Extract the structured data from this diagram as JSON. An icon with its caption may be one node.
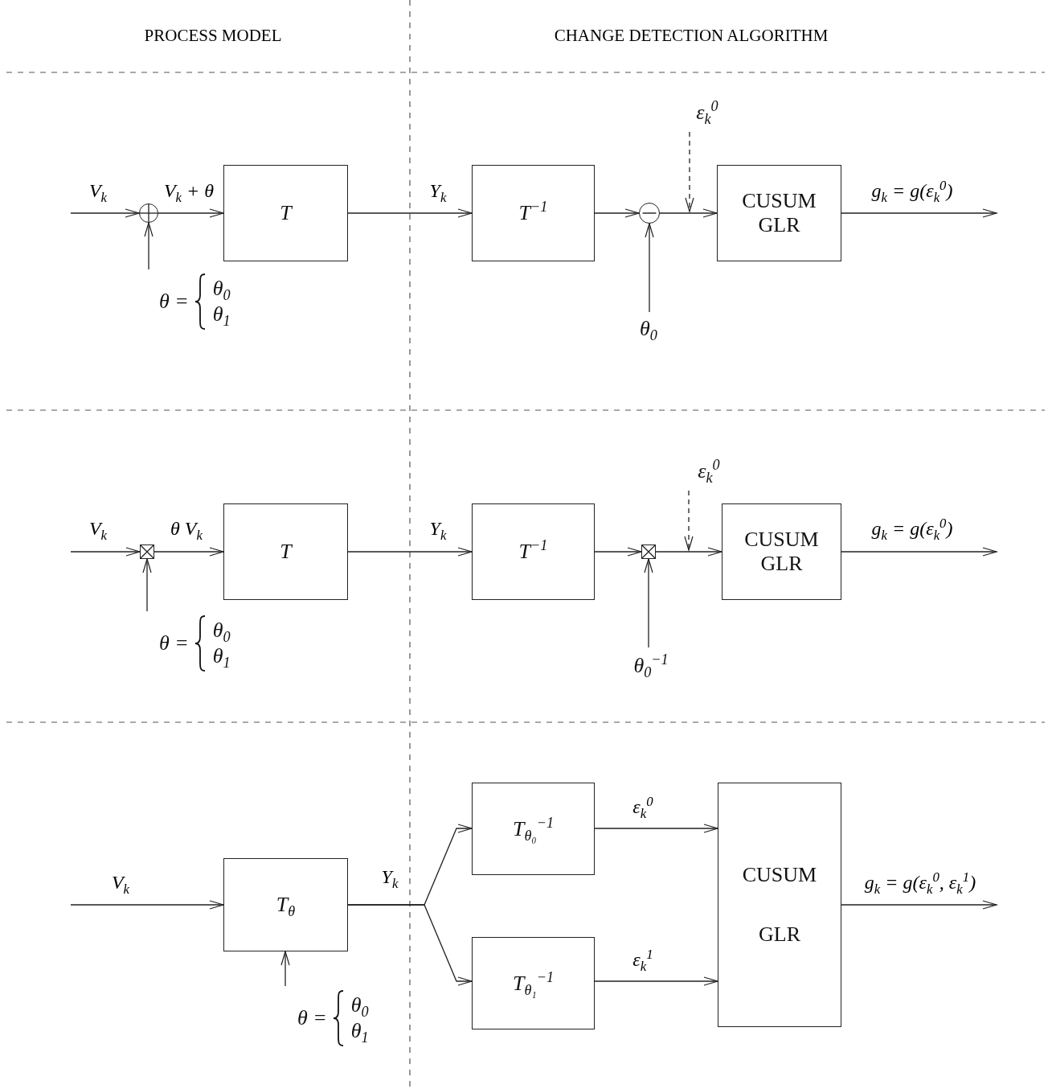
{
  "diagram": {
    "nodes": [
      {
        "text": [],
        "shape": "circle"
      },
      {
        "text": [
          "T"
        ]
      },
      {
        "text": [
          "θ =",
          "θ$_{0}$",
          "θ$_{1}$"
        ]
      },
      {
        "text": [
          "T$^{−1}$"
        ]
      },
      {
        "text": [],
        "shape": "circle"
      },
      {
        "text": [
          "θ$_{0}$"
        ]
      },
      {
        "text": [
          "ε$_{k}$$^{0}$"
        ]
      },
      {
        "text": [
          "CUSUM",
          "GLR"
        ]
      },
      {
        "text": [],
        "shape": "box"
      },
      {
        "text": [
          "T"
        ]
      },
      {
        "text": [
          "θ =",
          "θ$_{0}$",
          "θ$_{1}$"
        ]
      },
      {
        "text": [
          "T$^{−1}$"
        ]
      },
      {
        "text": [],
        "shape": "box"
      },
      {
        "text": [
          "θ$_{0}$$^{−1}$"
        ]
      },
      {
        "text": [
          "ε$_{k}$$^{0}$"
        ]
      },
      {
        "text": [
          "CUSUM",
          "GLR"
        ]
      },
      {
        "text": [
          "T$_{θ}$"
        ]
      },
      {
        "text": [
          "θ =",
          "θ$_{0}$",
          "θ$_{1}$"
        ]
      },
      {
        "text": [
          "T$_{θ₀}$$^{−1}$"
        ]
      },
      {
        "text": [
          "T$_{θ₁}$$^{−1}$"
        ]
      },
      {
        "text": [
          "CUSUM",
          "GLR"
        ]
      }
    ],
    "edges": [
      {
        "from": null,
        "to": 0,
        "arrow": "to",
        "label": "V$_{k}$"
      },
      {
        "from": 0,
        "to": 1,
        "arrow": "to",
        "label": "V$_{k}$ + θ"
      },
      {
        "from": 2,
        "to": 0,
        "arrow": "to"
      },
      {
        "from": 1,
        "to": 3,
        "arrow": "to",
        "label": "Y$_{k}$"
      },
      {
        "from": 3,
        "to": 4,
        "arrow": "to"
      },
      {
        "from": 5,
        "to": 4,
        "arrow": "to"
      },
      {
        "from": 6,
        "to": null,
        "arrow": "to",
        "style": "dashed"
      },
      {
        "from": 4,
        "to": 7,
        "arrow": "to"
      },
      {
        "from": 7,
        "to": null,
        "arrow": "to",
        "label": "g$_{k}$ = g(ε$_{k}$$^{0}$)"
      },
      {
        "from": null,
        "to": 8,
        "arrow": "to",
        "label": "V$_{k}$"
      },
      {
        "from": 8,
        "to": 9,
        "arrow": "to",
        "label": "θ V$_{k}$"
      },
      {
        "from": 10,
        "to": 8,
        "arrow": "to"
      },
      {
        "from": 9,
        "to": 11,
        "arrow": "to",
        "label": "Y$_{k}$"
      },
      {
        "from": 11,
        "to": 12,
        "arrow": "to"
      },
      {
        "from": 13,
        "to": 12,
        "arrow": "to"
      },
      {
        "from": 14,
        "to": null,
        "arrow": "to",
        "style": "dashed"
      },
      {
        "from": 12,
        "to": 15,
        "arrow": "to"
      },
      {
        "from": 15,
        "to": null,
        "arrow": "to",
        "label": "g$_{k}$ = g(ε$_{k}$$^{0}$)"
      },
      {
        "from": null,
        "to": 16,
        "arrow": "to",
        "label": "V$_{k}$"
      },
      {
        "from": 17,
        "to": 16,
        "arrow": "to"
      },
      {
        "from": 16,
        "to": 18,
        "arrow": "to",
        "label": "Y$_{k}$"
      },
      {
        "from": 16,
        "to": 19,
        "arrow": "to"
      },
      {
        "from": 18,
        "to": 20,
        "arrow": "to",
        "label": "ε$_{k}$$^{0}$"
      },
      {
        "from": 19,
        "to": 20,
        "arrow": "to",
        "label": "ε$_{k}$$^{1}$"
      },
      {
        "from": 20,
        "to": null,
        "arrow": "to",
        "label": "g$_{k}$ = g(ε$_{k}$$^{0}$, ε$_{k}$$^{1}$)"
      }
    ],
    "labels": [
      "PROCESS MODEL",
      "CHANGE DETECTION ALGORITHM"
    ]
  }
}
